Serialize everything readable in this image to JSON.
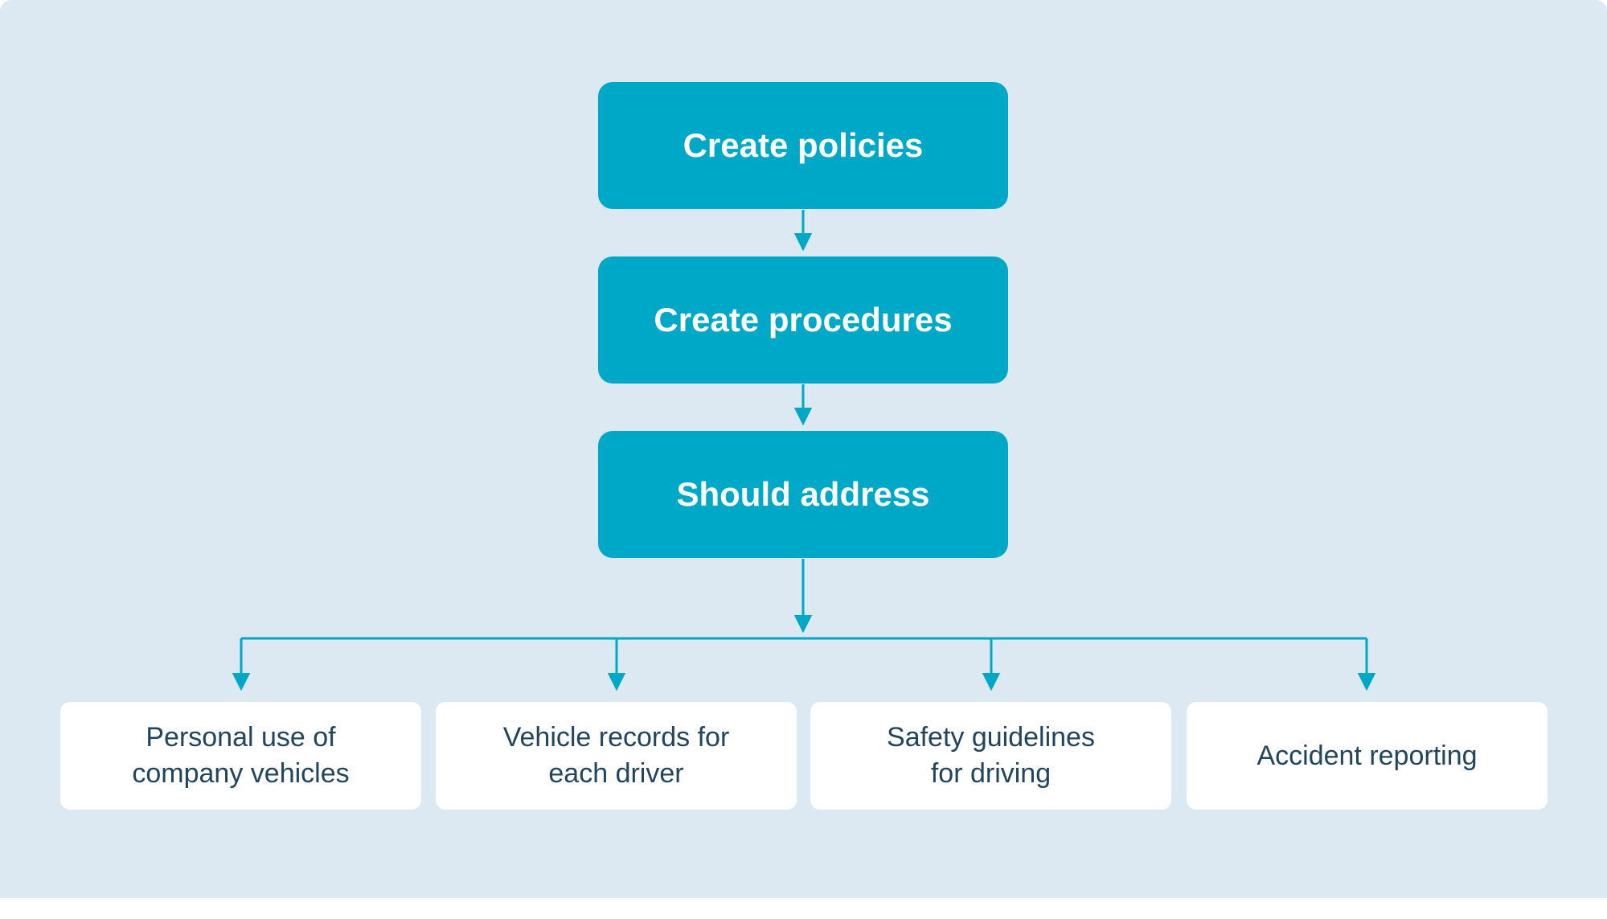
{
  "diagram": {
    "type": "flowchart",
    "colors": {
      "background": "#DCE9F3",
      "node_fill": "#00A8C7",
      "node_text": "#FFFFFF",
      "leaf_fill": "#FFFFFF",
      "leaf_text": "#20455C",
      "connector": "#00A8C7"
    },
    "flow_nodes": [
      {
        "label": "Create policies"
      },
      {
        "label": "Create procedures"
      },
      {
        "label": "Should address"
      }
    ],
    "leaf_nodes": [
      {
        "label": "Personal use of\ncompany vehicles"
      },
      {
        "label": "Vehicle records for\neach driver"
      },
      {
        "label": "Safety guidelines\nfor driving"
      },
      {
        "label": "Accident reporting"
      }
    ]
  }
}
